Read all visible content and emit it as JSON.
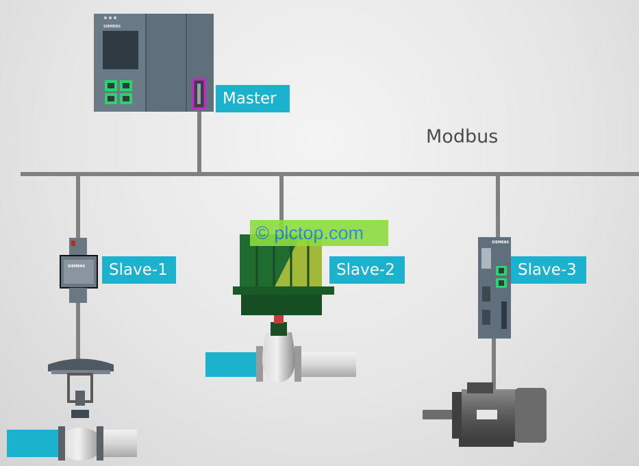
{
  "colors": {
    "label_bg": "#1ab2cc",
    "bus_line": "#808080",
    "device_gray": "#5f6f7c",
    "actuator_green": "#1f5e2b",
    "watermark_bg": "#8ddc3e",
    "watermark_text": "#1b86c9",
    "pipe_cyan": "#1ab2cc",
    "motor_gray": "#5a5a5a"
  },
  "bus": {
    "label": "Modbus"
  },
  "master": {
    "label": "Master",
    "brand": "SIEMENS"
  },
  "slaves": [
    {
      "label": "Slave-1",
      "brand": "SIEMENS"
    },
    {
      "label": "Slave-2"
    },
    {
      "label": "Slave-3",
      "brand": "SIEMENS"
    }
  ],
  "watermark": {
    "text": "© plctop.com"
  }
}
